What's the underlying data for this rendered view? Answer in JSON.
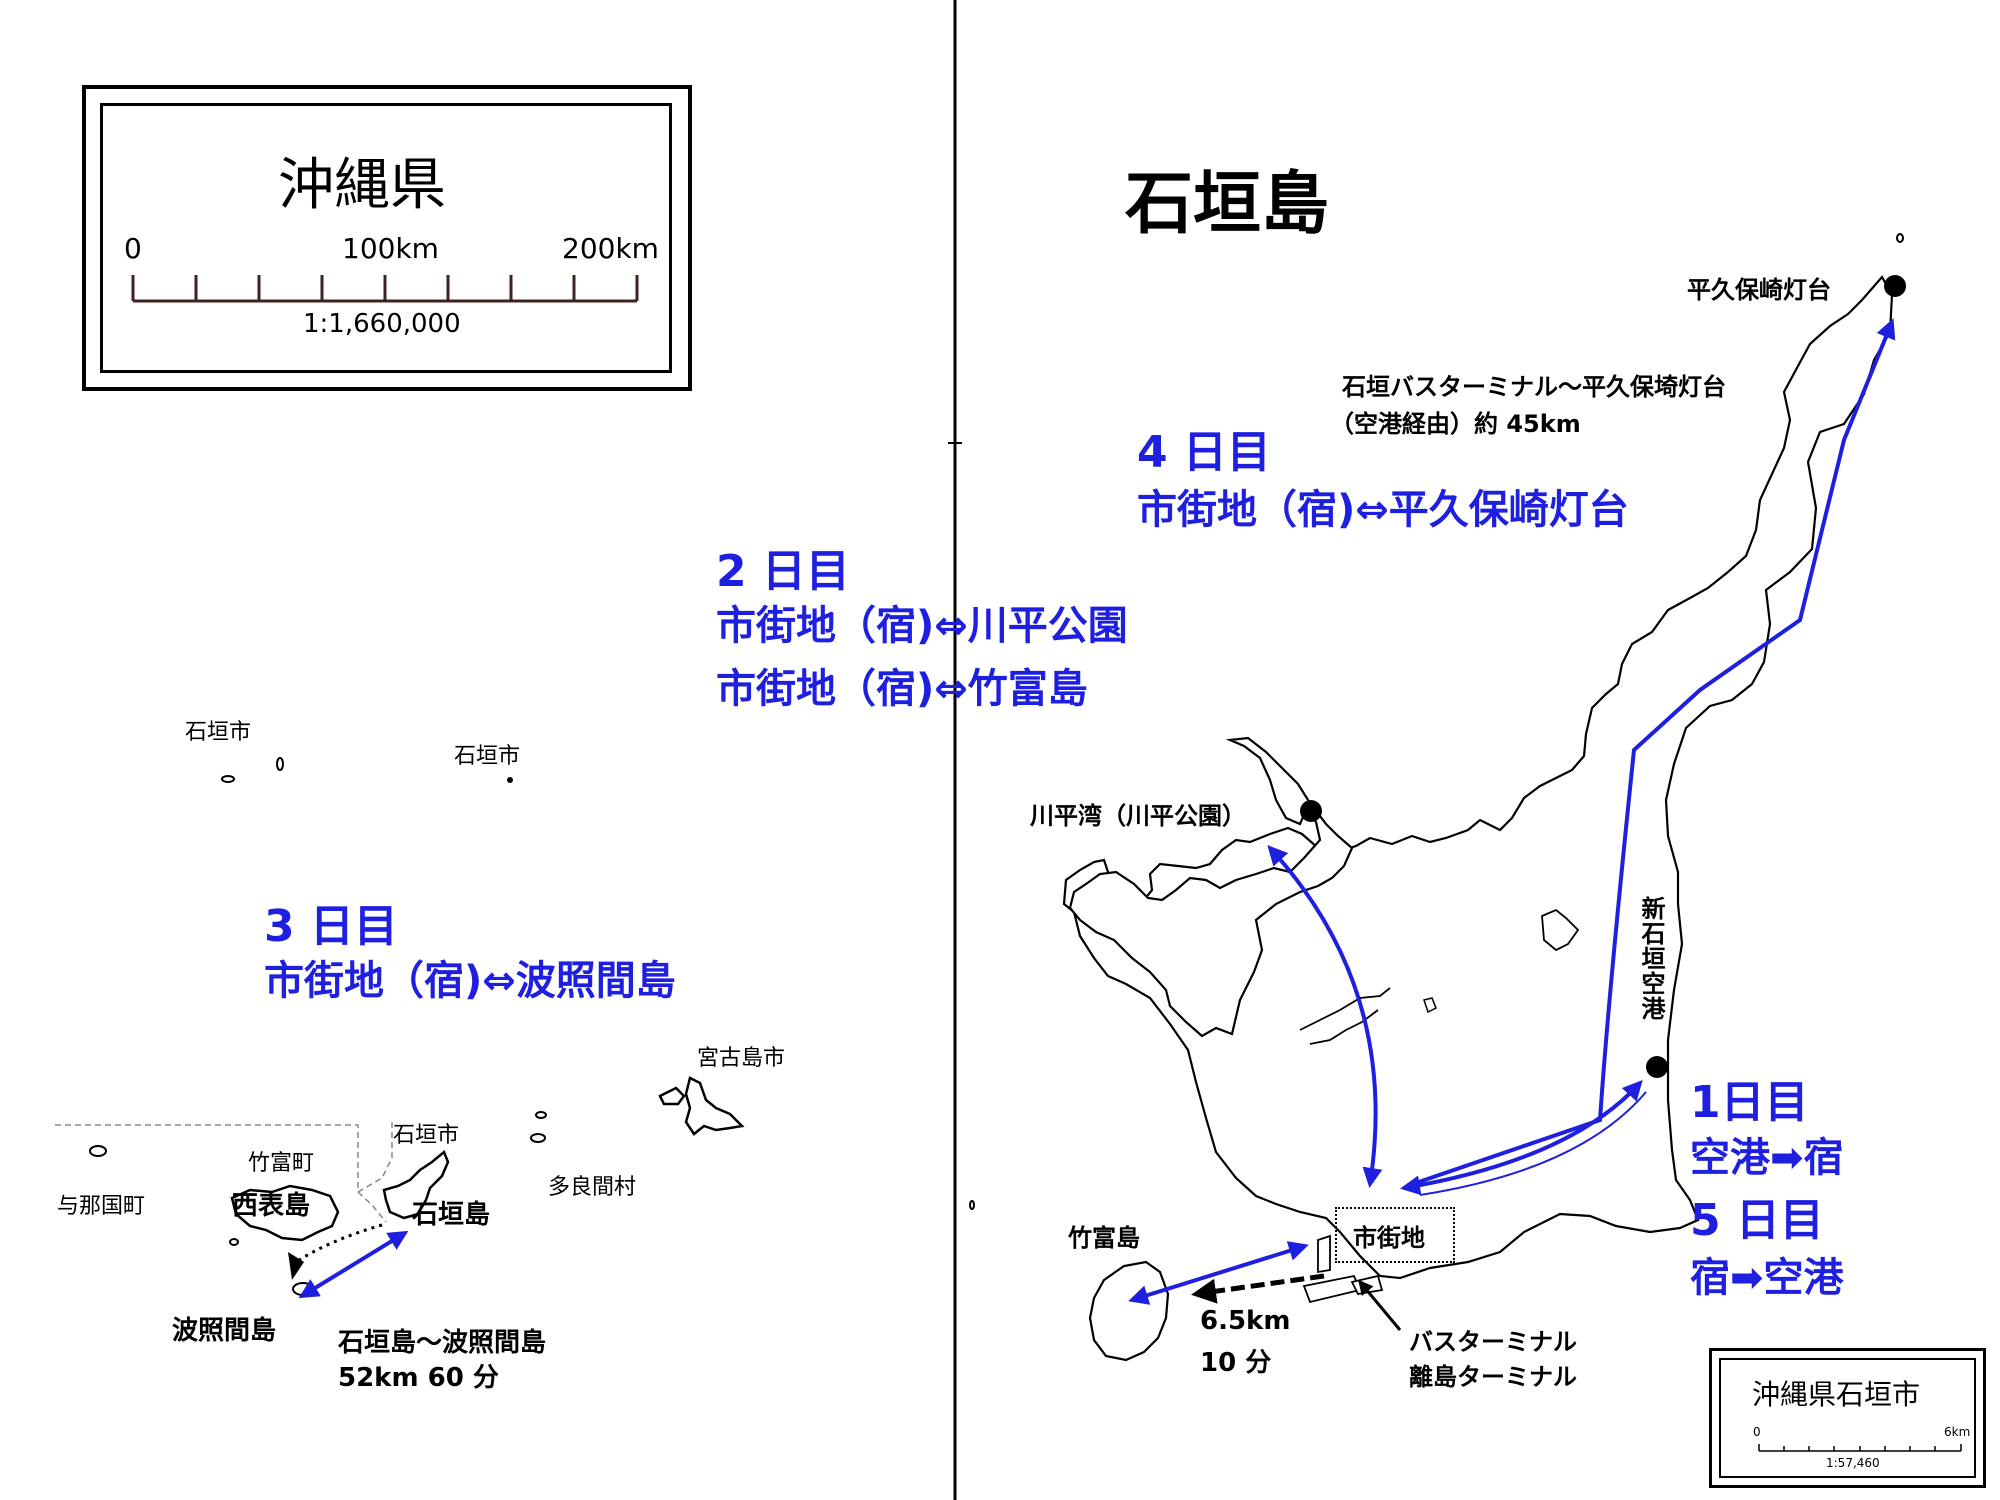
{
  "left_map": {
    "scale_box": {
      "title": "沖縄県",
      "tick_0": "0",
      "tick_mid": "100km",
      "tick_end": "200km",
      "ratio": "1:1,660,000"
    },
    "labels": {
      "ishigaki_city_1": "石垣市",
      "ishigaki_city_2": "石垣市",
      "ishigaki_city_3": "石垣市",
      "miyakojima_city": "宮古島市",
      "taketomi_town": "竹富町",
      "yonaguni_town": "与那国町",
      "tarama_village": "多良間村",
      "iriomote_island": "西表島",
      "ishigaki_island": "石垣島",
      "hateruma_island": "波照間島",
      "route_name": "石垣島～波照間島",
      "route_distance": "52km  60 分"
    },
    "day3": {
      "title": "3 日目",
      "route": "市街地（宿)⇔波照間島"
    }
  },
  "right_map": {
    "title": "石垣島",
    "scale_box": {
      "title": "沖縄県石垣市",
      "tick_0": "0",
      "tick_end": "6km",
      "ratio": "1:57,460"
    },
    "labels": {
      "hirakubo_lighthouse": "平久保崎灯台",
      "bus_route_name": "石垣バスターミナル～平久保埼灯台",
      "bus_route_distance": "（空港経由）約 45km",
      "kabira_bay": "川平湾（川平公園）",
      "new_airport": "新石垣空港",
      "taketomi_island": "竹富島",
      "downtown": "市街地",
      "ferry_distance": "6.5km",
      "ferry_time": "10 分",
      "bus_terminal": "バスターミナル",
      "ferry_terminal": "離島ターミナル"
    },
    "day2": {
      "title": "2 日目",
      "route_1": "市街地（宿)⇔川平公園",
      "route_2": "市街地（宿)⇔竹富島"
    },
    "day4": {
      "title": "4 日目",
      "route": "市街地（宿)⇔平久保崎灯台"
    },
    "day1": {
      "title": "1日目",
      "route": "空港➡宿"
    },
    "day5": {
      "title": "5 日目",
      "route": "宿➡空港"
    }
  },
  "colors": {
    "route_blue": "#1f1fe0",
    "outline": "#000000",
    "background": "#ffffff"
  }
}
